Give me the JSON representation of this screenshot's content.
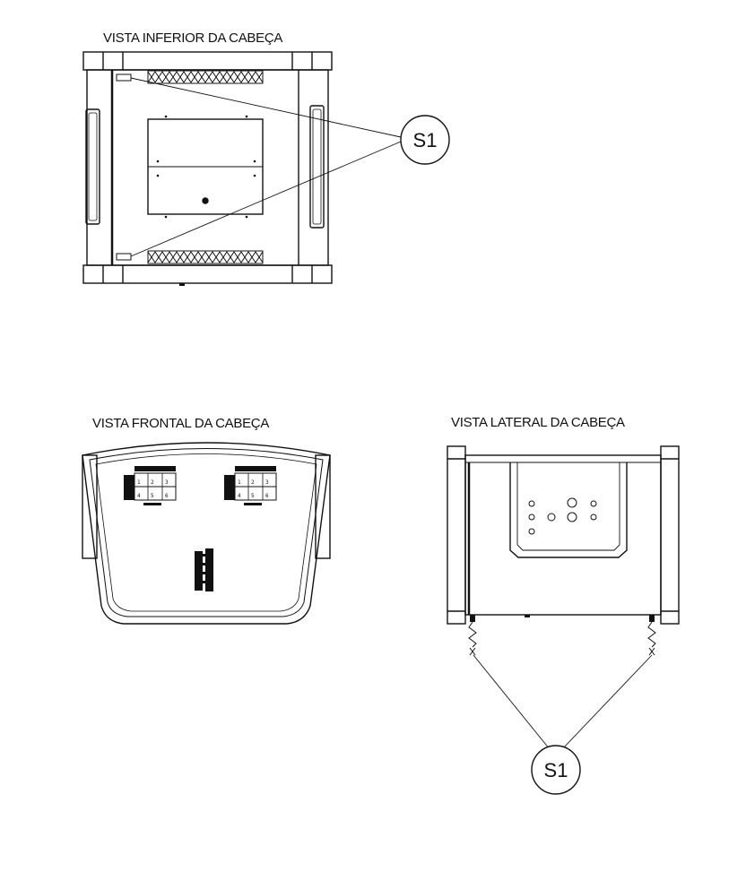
{
  "views": {
    "bottom": {
      "title": "VISTA INFERIOR DA CABEÇA"
    },
    "front": {
      "title": "VISTA FRONTAL DA CABEÇA"
    },
    "side": {
      "title": "VISTA LATERAL DA CABEÇA"
    }
  },
  "callouts": {
    "bottom": {
      "label": "S1"
    },
    "side": {
      "label": "S1"
    }
  },
  "front_panel": {
    "left_digits": [
      "1",
      "2",
      "3",
      "4",
      "5",
      "6"
    ],
    "right_digits": [
      "1",
      "2",
      "3",
      "4",
      "5",
      "6"
    ]
  }
}
